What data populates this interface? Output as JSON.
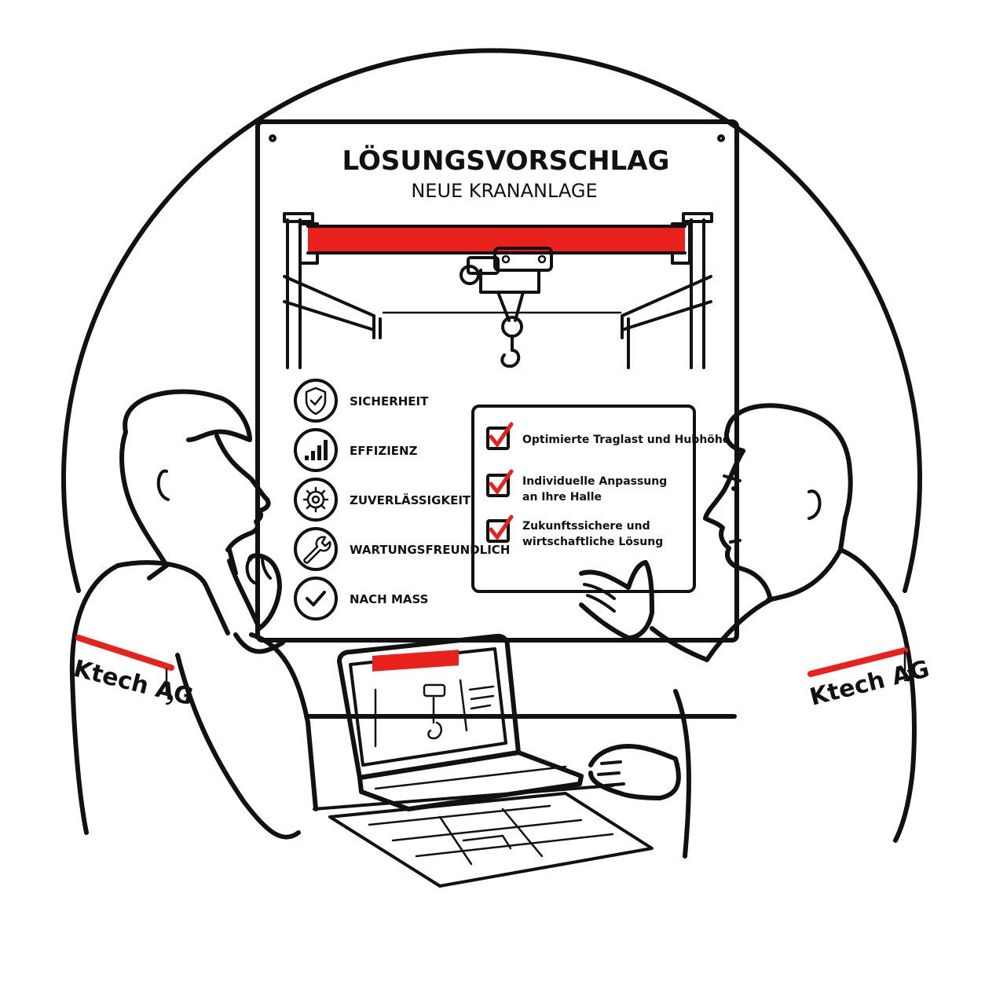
{
  "board": {
    "title": "LÖSUNGSVORSCHLAG",
    "subtitle": "NEUE KRANANLAGE"
  },
  "features": [
    {
      "label": "SICHERHEIT",
      "icon": "shield-check-icon"
    },
    {
      "label": "EFFIZIENZ",
      "icon": "bar-chart-icon"
    },
    {
      "label": "ZUVERLÄSSIGKEIT",
      "icon": "gear-icon"
    },
    {
      "label": "WARTUNGSFREUNDLICH",
      "icon": "wrench-icon"
    },
    {
      "label": "NACH MASS",
      "icon": "checkmark-icon"
    }
  ],
  "checklist": [
    {
      "line1": "Optimierte Traglast und Hubhöhe",
      "line2": ""
    },
    {
      "line1": "Individuelle Anpassung",
      "line2": "an Ihre Halle"
    },
    {
      "line1": "Zukunftssichere und",
      "line2": "wirtschaftliche Lösung"
    }
  ],
  "logo": {
    "left": "Ktech AG",
    "right": "Ktech AG"
  },
  "colors": {
    "accent": "#e8211c",
    "ink": "#111111",
    "background": "#ffffff"
  }
}
